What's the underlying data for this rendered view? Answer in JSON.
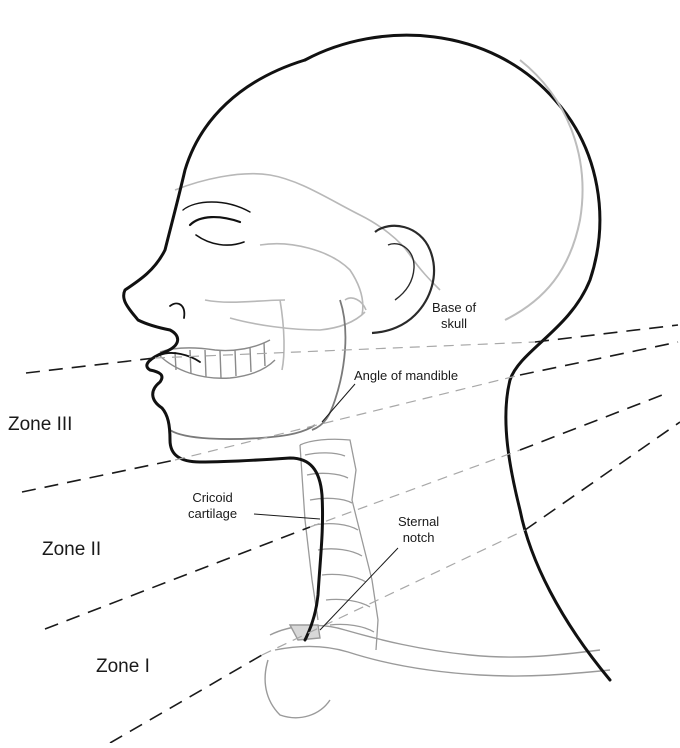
{
  "zones": {
    "zone3": "Zone III",
    "zone2": "Zone II",
    "zone1": "Zone I"
  },
  "labels": {
    "base_of_skull": [
      "Base of",
      "skull"
    ],
    "angle_of_mandible": "Angle of mandible",
    "cricoid_cartilage": [
      "Cricoid",
      "cartilage"
    ],
    "sternal_notch": [
      "Sternal",
      "notch"
    ]
  }
}
